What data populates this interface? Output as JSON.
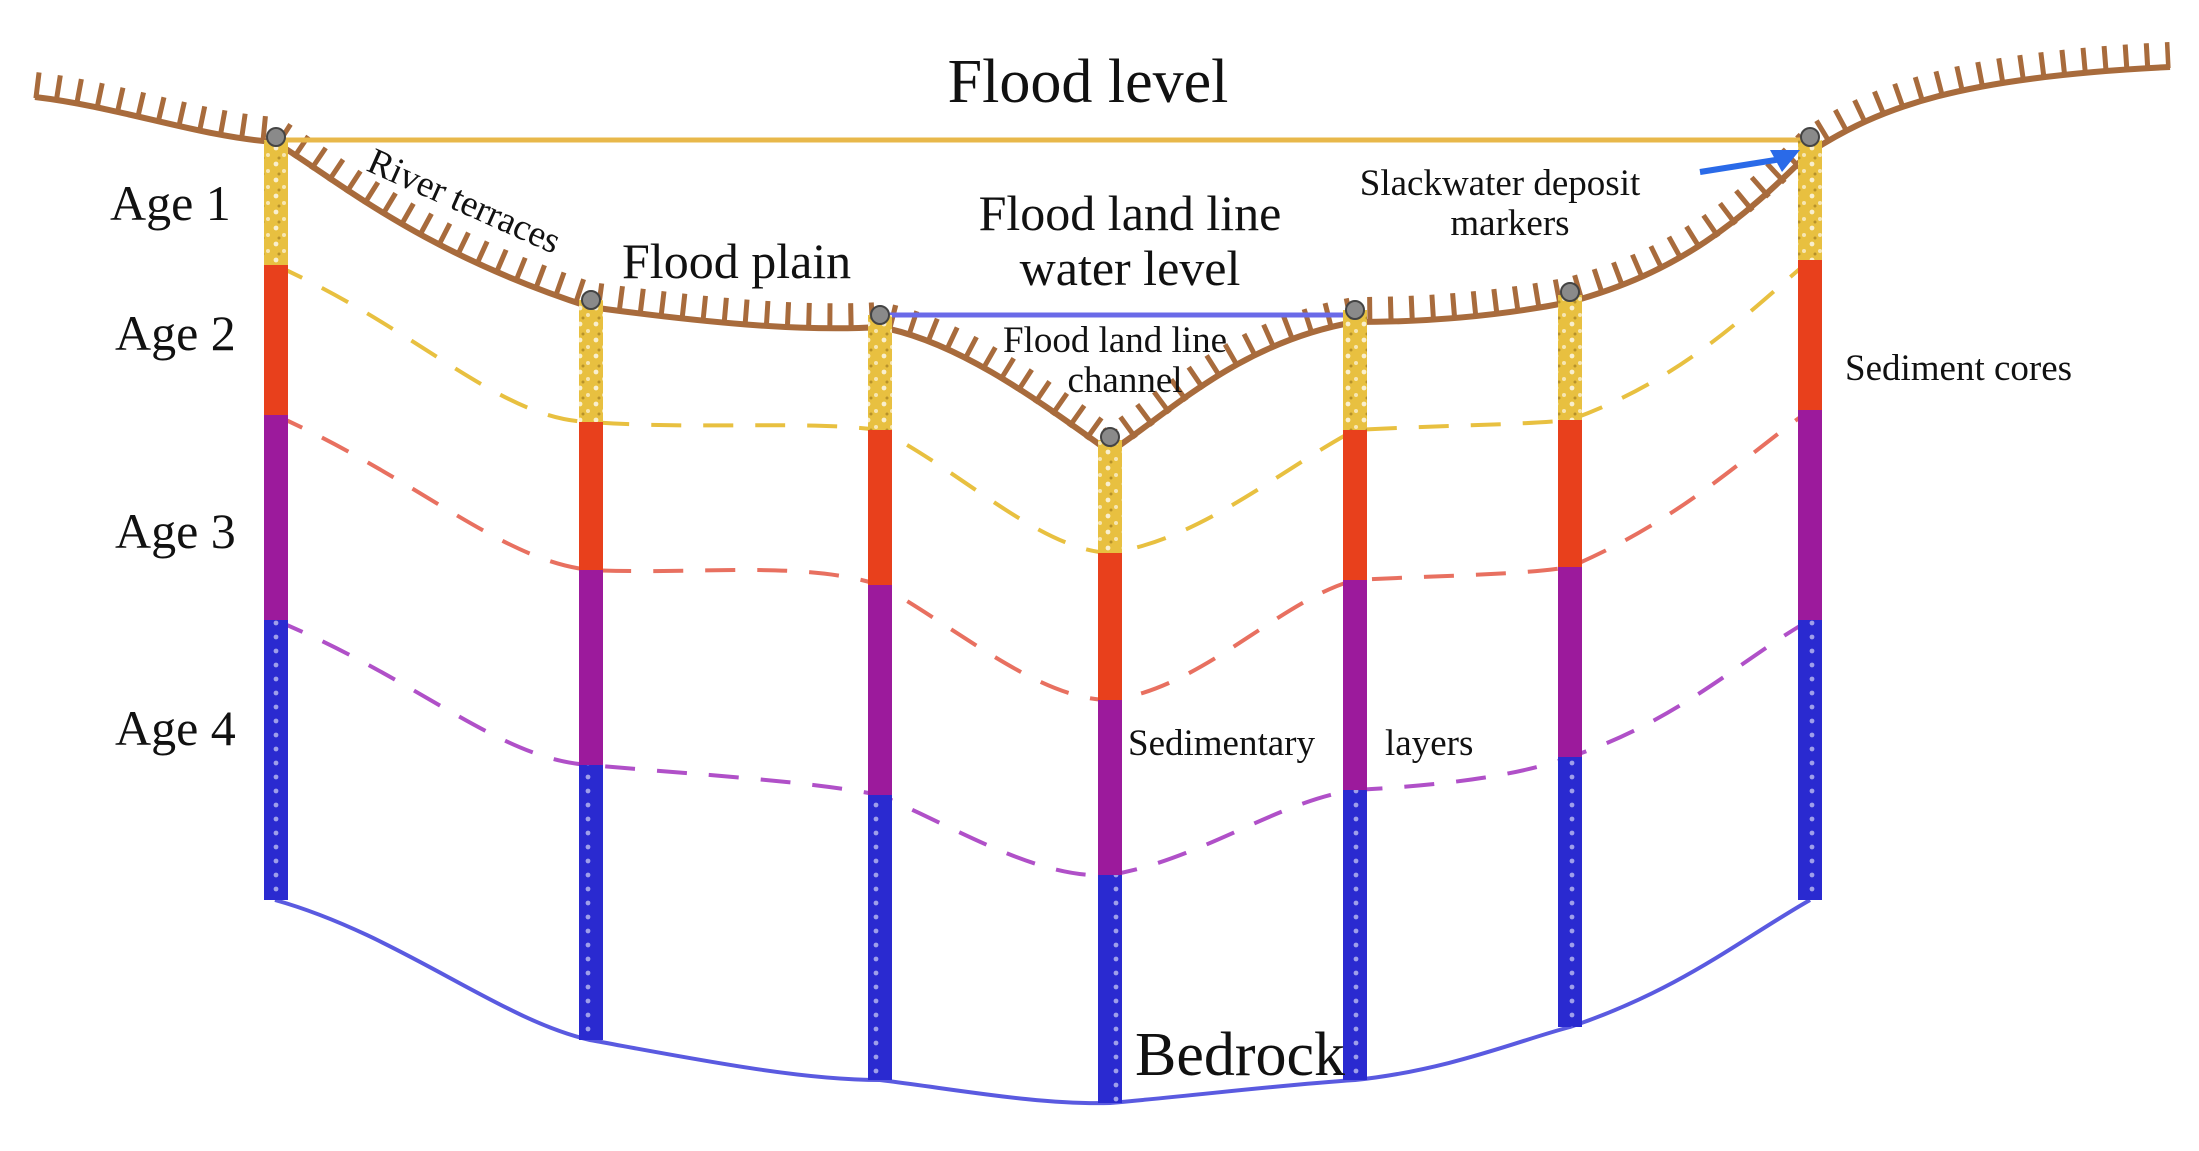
{
  "labels": {
    "flood_level": "Flood level",
    "age1": "Age 1",
    "age2": "Age 2",
    "age3": "Age 3",
    "age4": "Age 4",
    "river_terraces": "River terraces",
    "flood_plain": "Flood plain",
    "flood_land_line_water_level_1": "Flood land line",
    "flood_land_line_water_level_2": "water level",
    "slackwater_1": "Slackwater deposit",
    "slackwater_2": "markers",
    "flood_land_line_channel_1": "Flood land line",
    "flood_land_line_channel_2": "channel",
    "sediment_cores": "Sediment cores",
    "sedimentary": "Sedimentary",
    "layers": "layers",
    "bedrock": "Bedrock"
  },
  "colors": {
    "terrain": "#a86b3c",
    "flood_level_line": "#e8b84a",
    "water_level_line": "#6a6ae8",
    "age1": "#e8c040",
    "age2": "#e8401c",
    "age3": "#9c1a9c",
    "age4": "#2a2ad0",
    "bedrock_line": "#5a5ae0"
  }
}
